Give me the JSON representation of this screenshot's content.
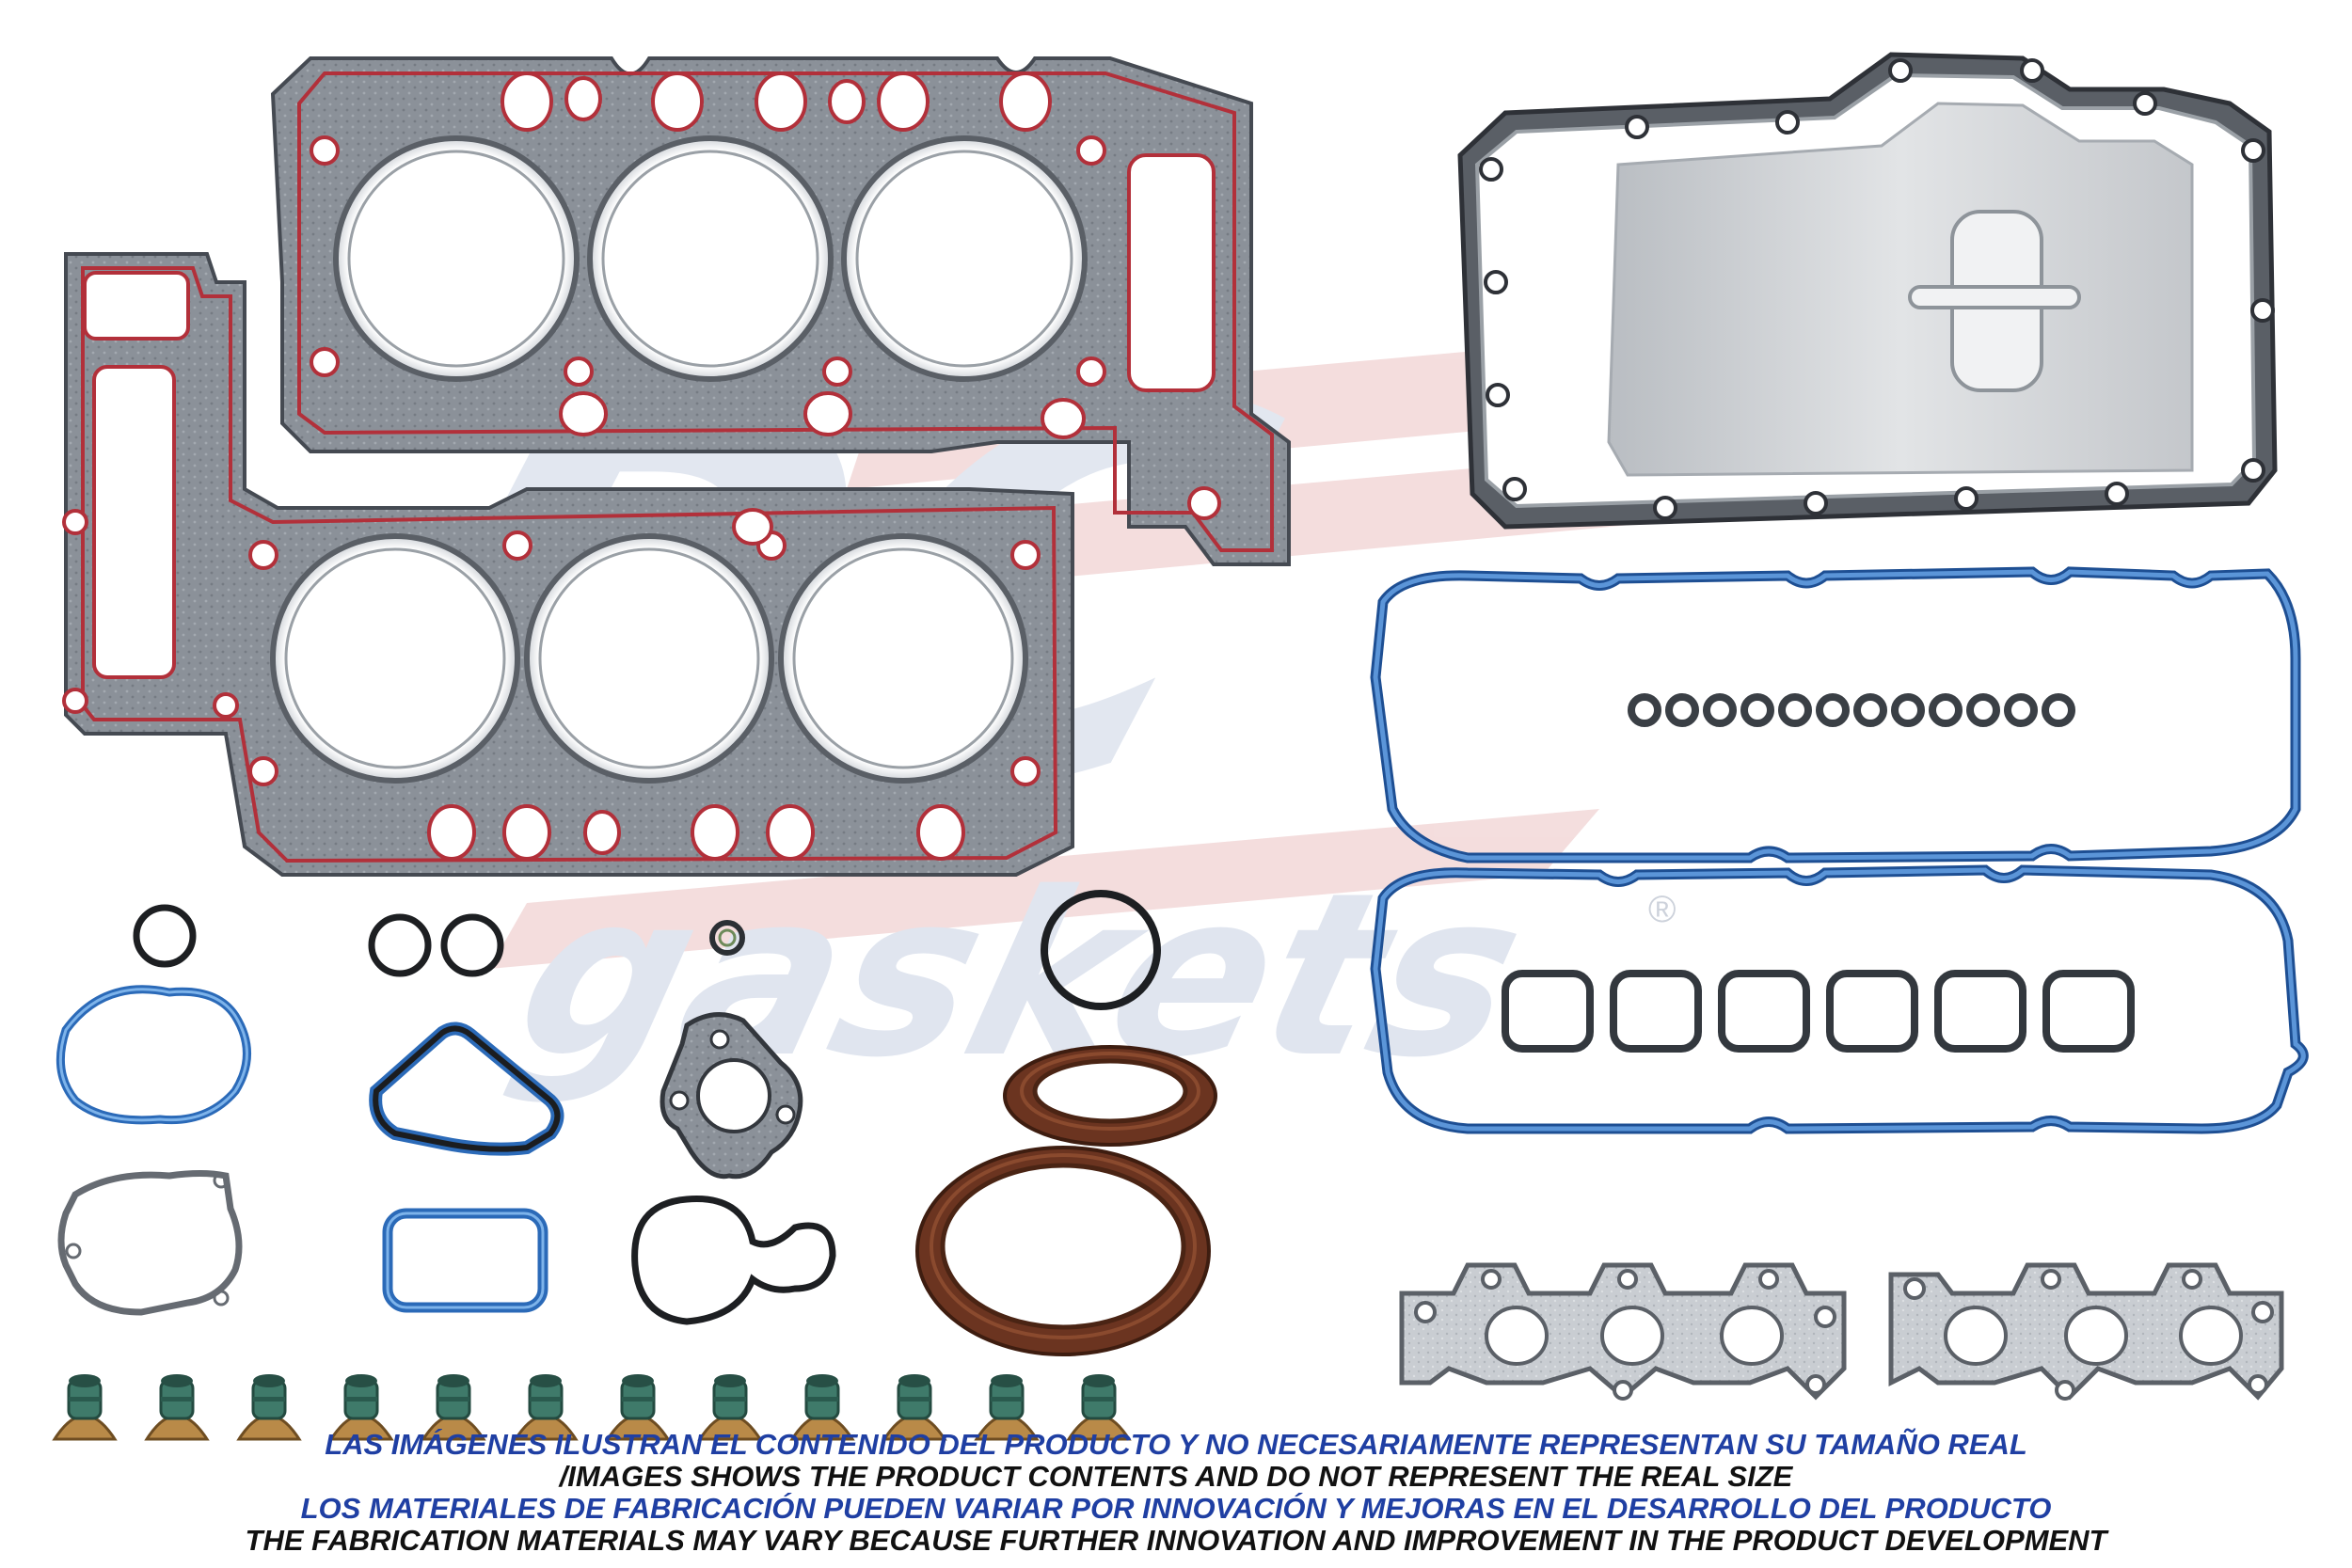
{
  "watermark": {
    "logo_letters": "DC",
    "brand_word": "gaskets",
    "registered_mark": "®"
  },
  "colors": {
    "gasket_body": "#8a9099",
    "gasket_dark": "#4b4f56",
    "bead_red": "#b2303a",
    "metal": "#d7dade",
    "blue_gasket": "#3a78c8",
    "seal_brown": "#6b3420",
    "watermark_blue": "#d7deea",
    "watermark_red": "#f1d6d6",
    "disclaimer_blue": "#1f3fa3",
    "disclaimer_black": "#111111"
  },
  "parts": {
    "valve_cover_spark_plug_seals": 12,
    "intake_ports": 6,
    "valve_stem_seals": 12
  },
  "disclaimer": {
    "line1": "LAS IMÁGENES ILUSTRAN EL CONTENIDO DEL PRODUCTO Y NO NECESARIAMENTE REPRESENTAN SU TAMAÑO REAL",
    "line2": "/IMAGES SHOWS THE PRODUCT CONTENTS AND DO NOT REPRESENT THE REAL SIZE",
    "line3": "LOS MATERIALES DE FABRICACIÓN PUEDEN VARIAR POR INNOVACIÓN Y MEJORAS EN EL DESARROLLO DEL PRODUCTO",
    "line4": "THE FABRICATION MATERIALS MAY VARY BECAUSE FURTHER INNOVATION AND IMPROVEMENT IN THE PRODUCT DEVELOPMENT"
  }
}
